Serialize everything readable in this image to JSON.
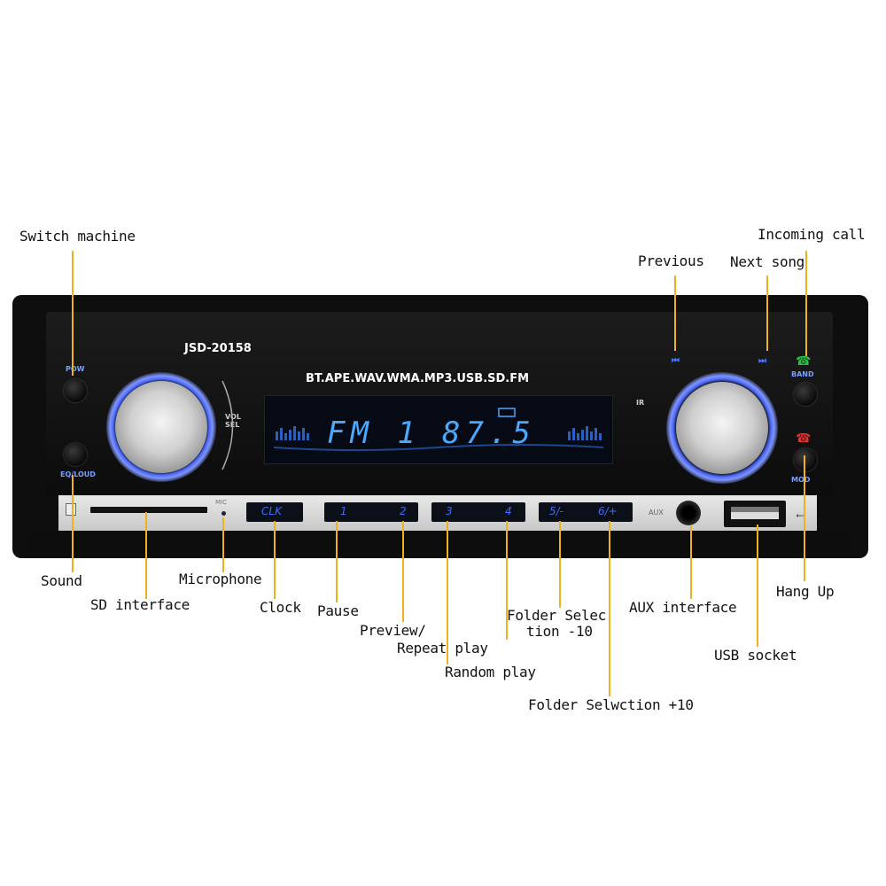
{
  "device": {
    "model": "JSD-20158",
    "formats": "BT.APE.WAV.WMA.MP3.USB.SD.FM",
    "display": {
      "band": "FM 1",
      "frequency": "87.5"
    },
    "labels": {
      "pow": "POW",
      "eq_loud": "EQ/LOUD",
      "vol_sel": "VOL SEL",
      "mic": "MIC",
      "ir": "IR",
      "band": "BAND",
      "mod": "MOD",
      "aux": "AUX",
      "prev_symbol": "⏮",
      "next_symbol": "⏭"
    },
    "buttons": [
      {
        "id": "clk",
        "label": "CLK"
      },
      {
        "id": "b1",
        "label": "1"
      },
      {
        "id": "b2",
        "label": "2"
      },
      {
        "id": "b3",
        "label": "3"
      },
      {
        "id": "b4",
        "label": "4"
      },
      {
        "id": "b5",
        "label": "5/-"
      },
      {
        "id": "b6",
        "label": "6/+"
      }
    ],
    "colors": {
      "body": "#111111",
      "accent_blue": "#3b6cff",
      "display_blue": "#4aa8ff",
      "knob_ring": "#4d6bff"
    }
  },
  "callouts": {
    "switch_machine": "Switch machine",
    "incoming_call": "Incoming call",
    "previous": "Previous",
    "next_song": "Next song",
    "sound": "Sound",
    "sd_interface": "SD interface",
    "microphone": "Microphone",
    "clock": "Clock",
    "pause": "Pause",
    "preview_line1": "Preview/",
    "preview_line2": "Repeat play",
    "random_play": "Random play",
    "folder_minus_line1": "Folder Selec",
    "folder_minus_line2": "tion -10",
    "folder_plus": "Folder Selwction +10",
    "aux_interface": "AUX interface",
    "hang_up": "Hang Up",
    "usb_socket": "USB socket"
  }
}
